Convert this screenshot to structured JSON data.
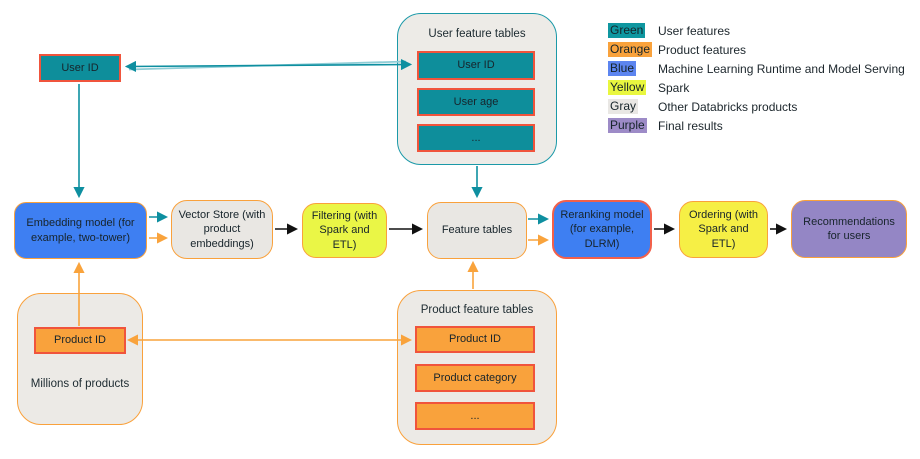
{
  "colors": {
    "teal": "#0e8e9b",
    "orange": "#f9a23c",
    "blue": "#3e7ff2",
    "yellow_filtering": "#eaf646",
    "yellow_ordering": "#f6ef45",
    "gray_box": "#e9e7e3",
    "purple": "#9486c5",
    "legend_green": "#0f97a0",
    "legend_orange": "#f9a23c",
    "legend_blue": "#5c85f0",
    "legend_yellow": "#e9f73f",
    "legend_gray": "#e9e7e4",
    "legend_purple": "#9d8bc7",
    "arrow_teal": "#0e8fa0",
    "arrow_orange": "#f9a33c",
    "arrow_black": "#111111"
  },
  "legend": {
    "items": [
      {
        "word": "Green",
        "label": "User features",
        "color": "#0f97a0"
      },
      {
        "word": "Orange",
        "label": "Product features",
        "color": "#f9a23c"
      },
      {
        "word": "Blue",
        "label": "Machine Learning Runtime and Model Serving",
        "color": "#5c85f0"
      },
      {
        "word": "Yellow",
        "label": "Spark",
        "color": "#e9f73f"
      },
      {
        "word": "Gray",
        "label": "Other Databricks products",
        "color": "#e9e7e4"
      },
      {
        "word": "Purple",
        "label": "Final results",
        "color": "#9d8bc7"
      }
    ]
  },
  "nodes": {
    "user_id": "User ID",
    "embedding_model": "Embedding model (for example, two-tower)",
    "vector_store": "Vector Store (with product embeddings)",
    "filtering": "Filtering (with Spark and ETL)",
    "feature_tables": "Feature tables",
    "reranking_model": "Reranking model (for example, DLRM)",
    "ordering": "Ordering (with Spark and ETL)",
    "recommendations": "Recommendations for users"
  },
  "user_feature_tables": {
    "title": "User feature tables",
    "rows": [
      "User ID",
      "User age",
      "..."
    ]
  },
  "product_feature_tables": {
    "title": "Product feature tables",
    "rows": [
      "Product ID",
      "Product category",
      "..."
    ]
  },
  "millions_of_products": {
    "label": "Millions of products",
    "product_id": "Product ID"
  }
}
